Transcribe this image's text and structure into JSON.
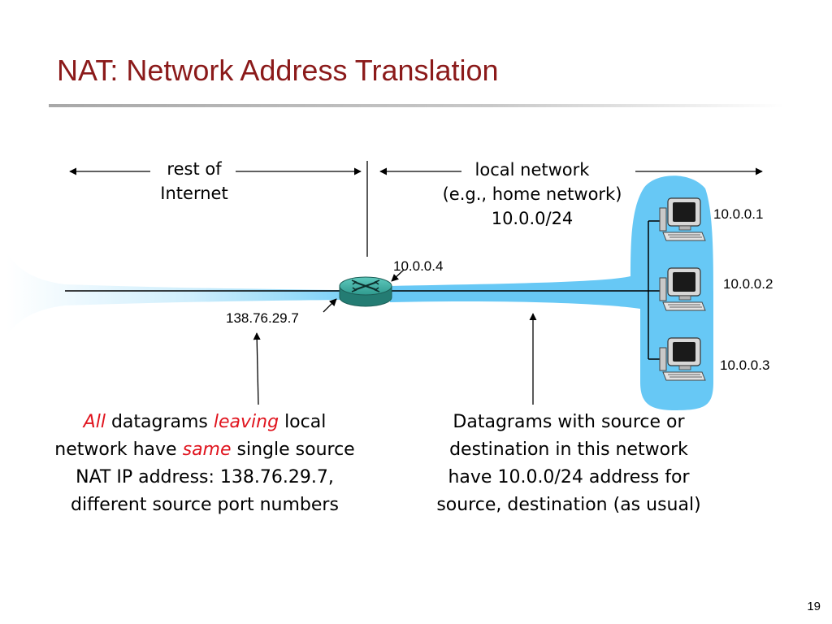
{
  "slide": {
    "title": "NAT: Network Address Translation",
    "page_number": "19"
  },
  "diagram": {
    "regions": {
      "internet_label_line1": "rest of",
      "internet_label_line2": "Internet",
      "local_label_line1": "local network",
      "local_label_line2": "(e.g., home network)",
      "local_label_line3": "10.0.0/24"
    },
    "router": {
      "inside_ip": "10.0.0.4",
      "outside_ip": "138.76.29.7"
    },
    "hosts": [
      {
        "ip": "10.0.0.1"
      },
      {
        "ip": "10.0.0.2"
      },
      {
        "ip": "10.0.0.3"
      }
    ]
  },
  "captions": {
    "left": {
      "w1": "All",
      "w2": "datagrams",
      "w3": "leaving",
      "w4": "local",
      "w5": "network have",
      "w6": "same",
      "w7": "single source",
      "line3": "NAT IP address: 138.76.29.7,",
      "line4": "different source port numbers"
    },
    "right": {
      "line1": "Datagrams with source or",
      "line2": "destination in this network",
      "line3": "have 10.0.0/24 address for",
      "line4": "source, destination (as usual)"
    }
  },
  "colors": {
    "title": "#8b1a1a",
    "highlight": "#e0141e",
    "network_blue": "#67c8f5",
    "router": "#2f9a8f"
  }
}
